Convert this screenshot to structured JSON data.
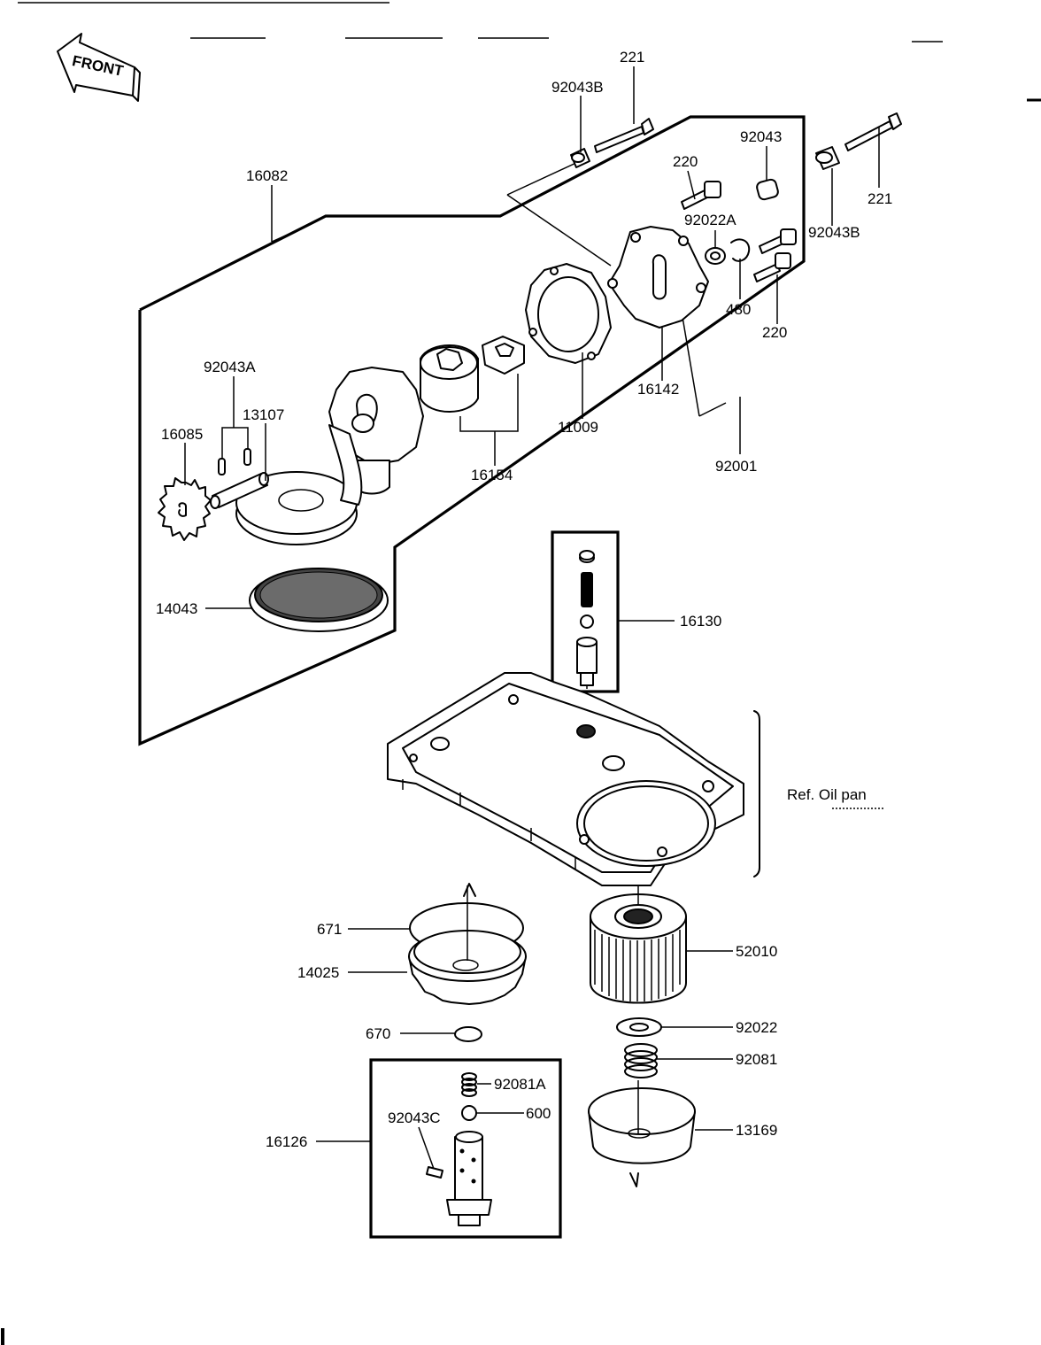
{
  "front_badge": "FRONT",
  "reference": "Ref. Oil pan",
  "parts": {
    "p221_left": "221",
    "p92043B_left": "92043B",
    "p16082": "16082",
    "p220_top": "220",
    "p92043": "92043",
    "p221_right": "221",
    "p92043B_right": "92043B",
    "p92022A": "92022A",
    "p480": "480",
    "p220_bottom": "220",
    "p92043A": "92043A",
    "p13107": "13107",
    "p16085": "16085",
    "p16142": "16142",
    "p11009": "11009",
    "p16154": "16154",
    "p92001": "92001",
    "p14043": "14043",
    "p16130": "16130",
    "p671": "671",
    "p14025": "14025",
    "p52010": "52010",
    "p670": "670",
    "p92022": "92022",
    "p92081": "92081",
    "p92081A": "92081A",
    "p600": "600",
    "p92043C": "92043C",
    "p16126": "16126",
    "p13169": "13169"
  }
}
